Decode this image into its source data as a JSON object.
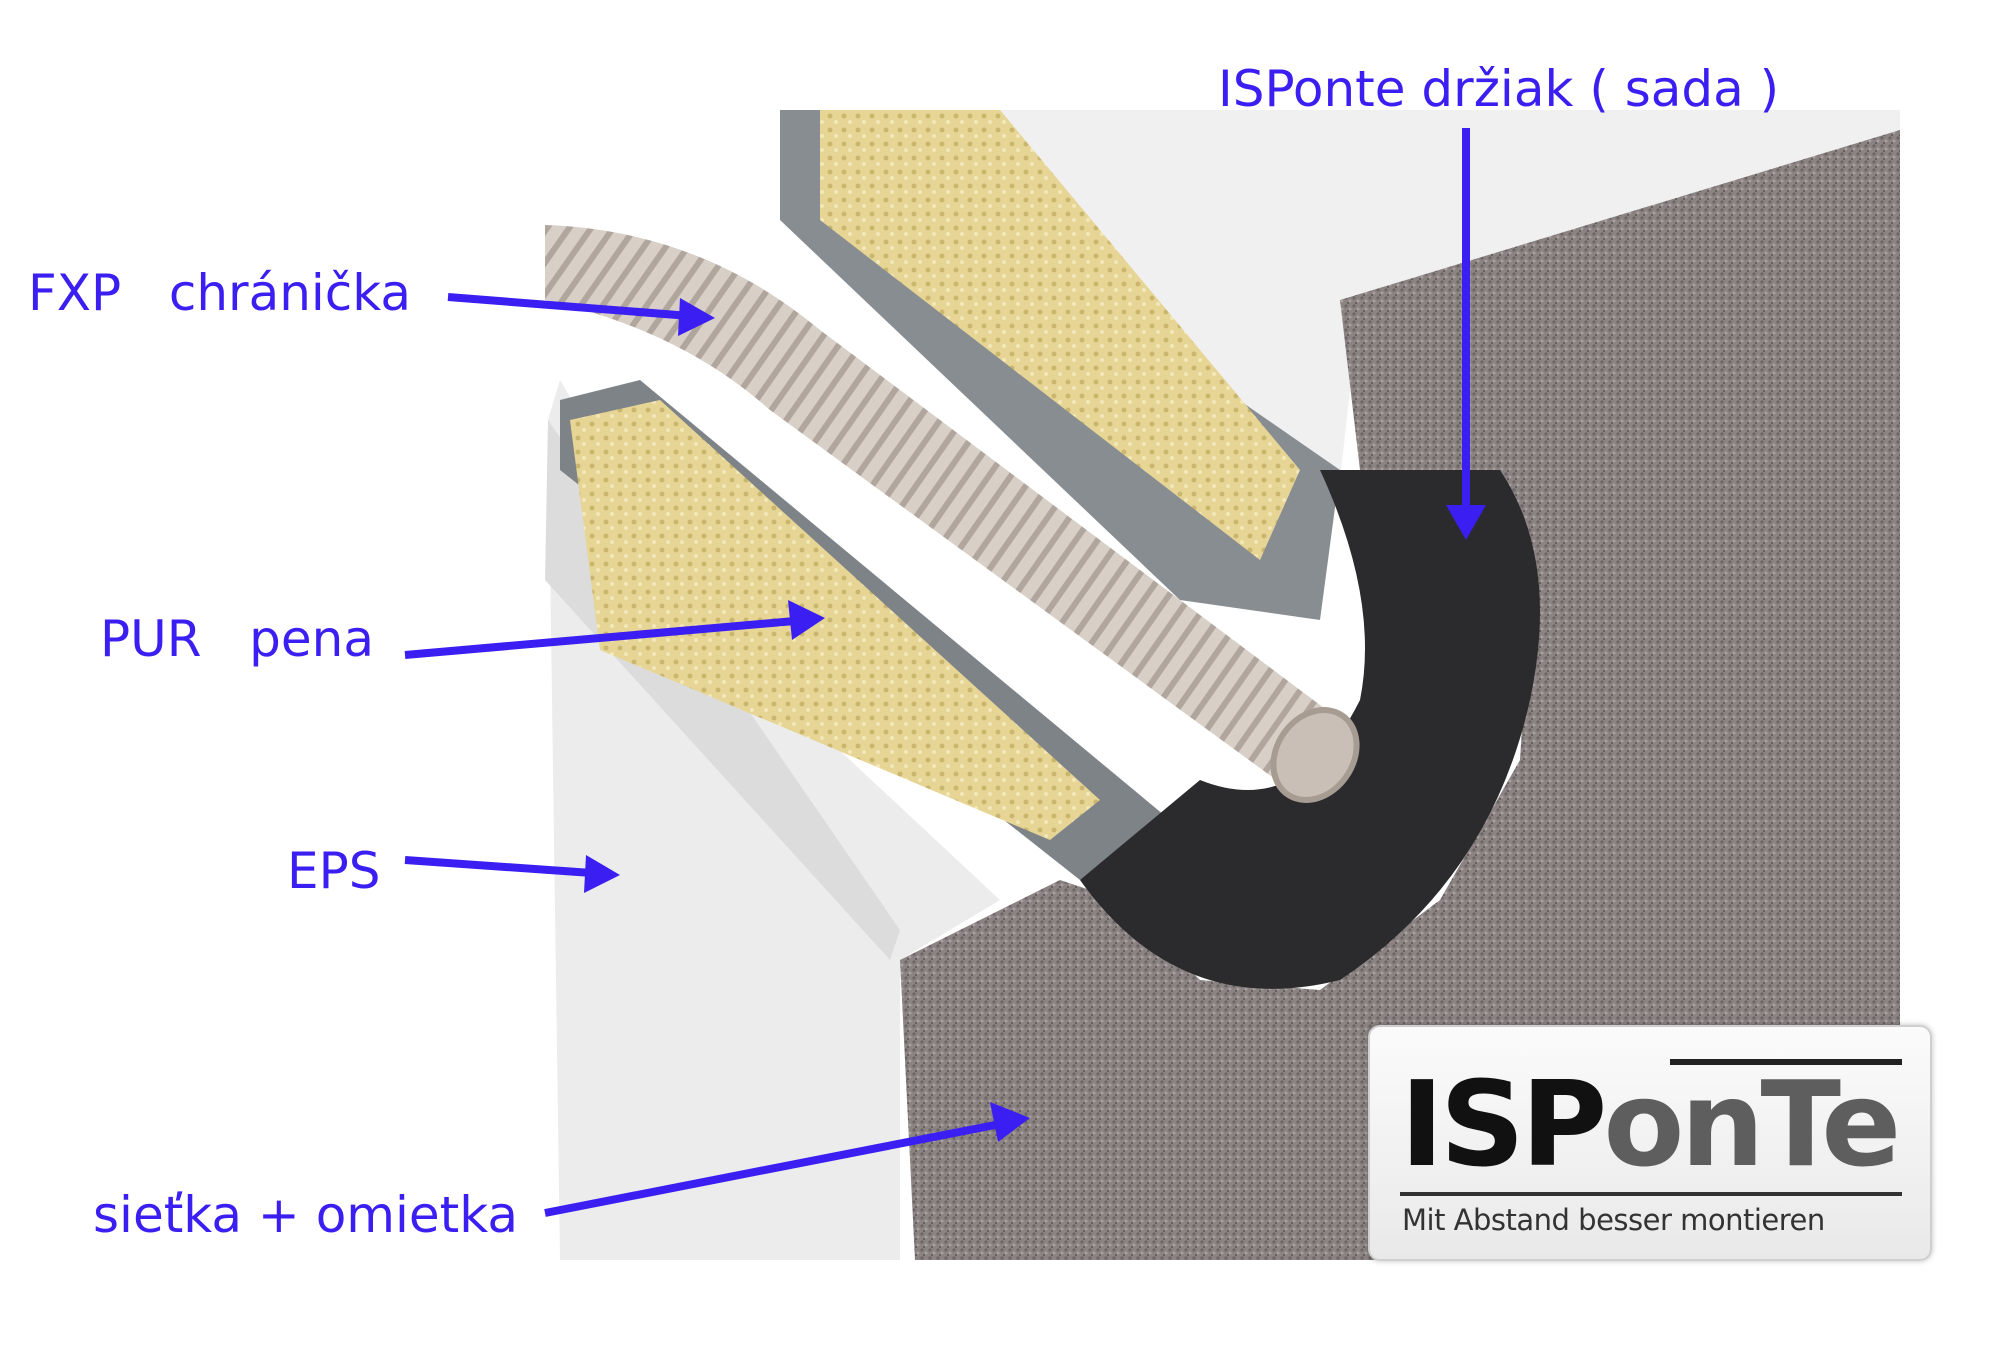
{
  "labels": {
    "holder": "ISPonte držiak ( sada )",
    "conduit": "FXP   chránička",
    "foam": "PUR   pena",
    "eps": "EPS",
    "mesh": "sieťka + omietka"
  },
  "logo": {
    "brand_dark": "ISP",
    "brand_grey": "onTe",
    "slogan": "Mit Abstand besser montieren"
  },
  "colors": {
    "annotation": "#3b1ff2"
  }
}
